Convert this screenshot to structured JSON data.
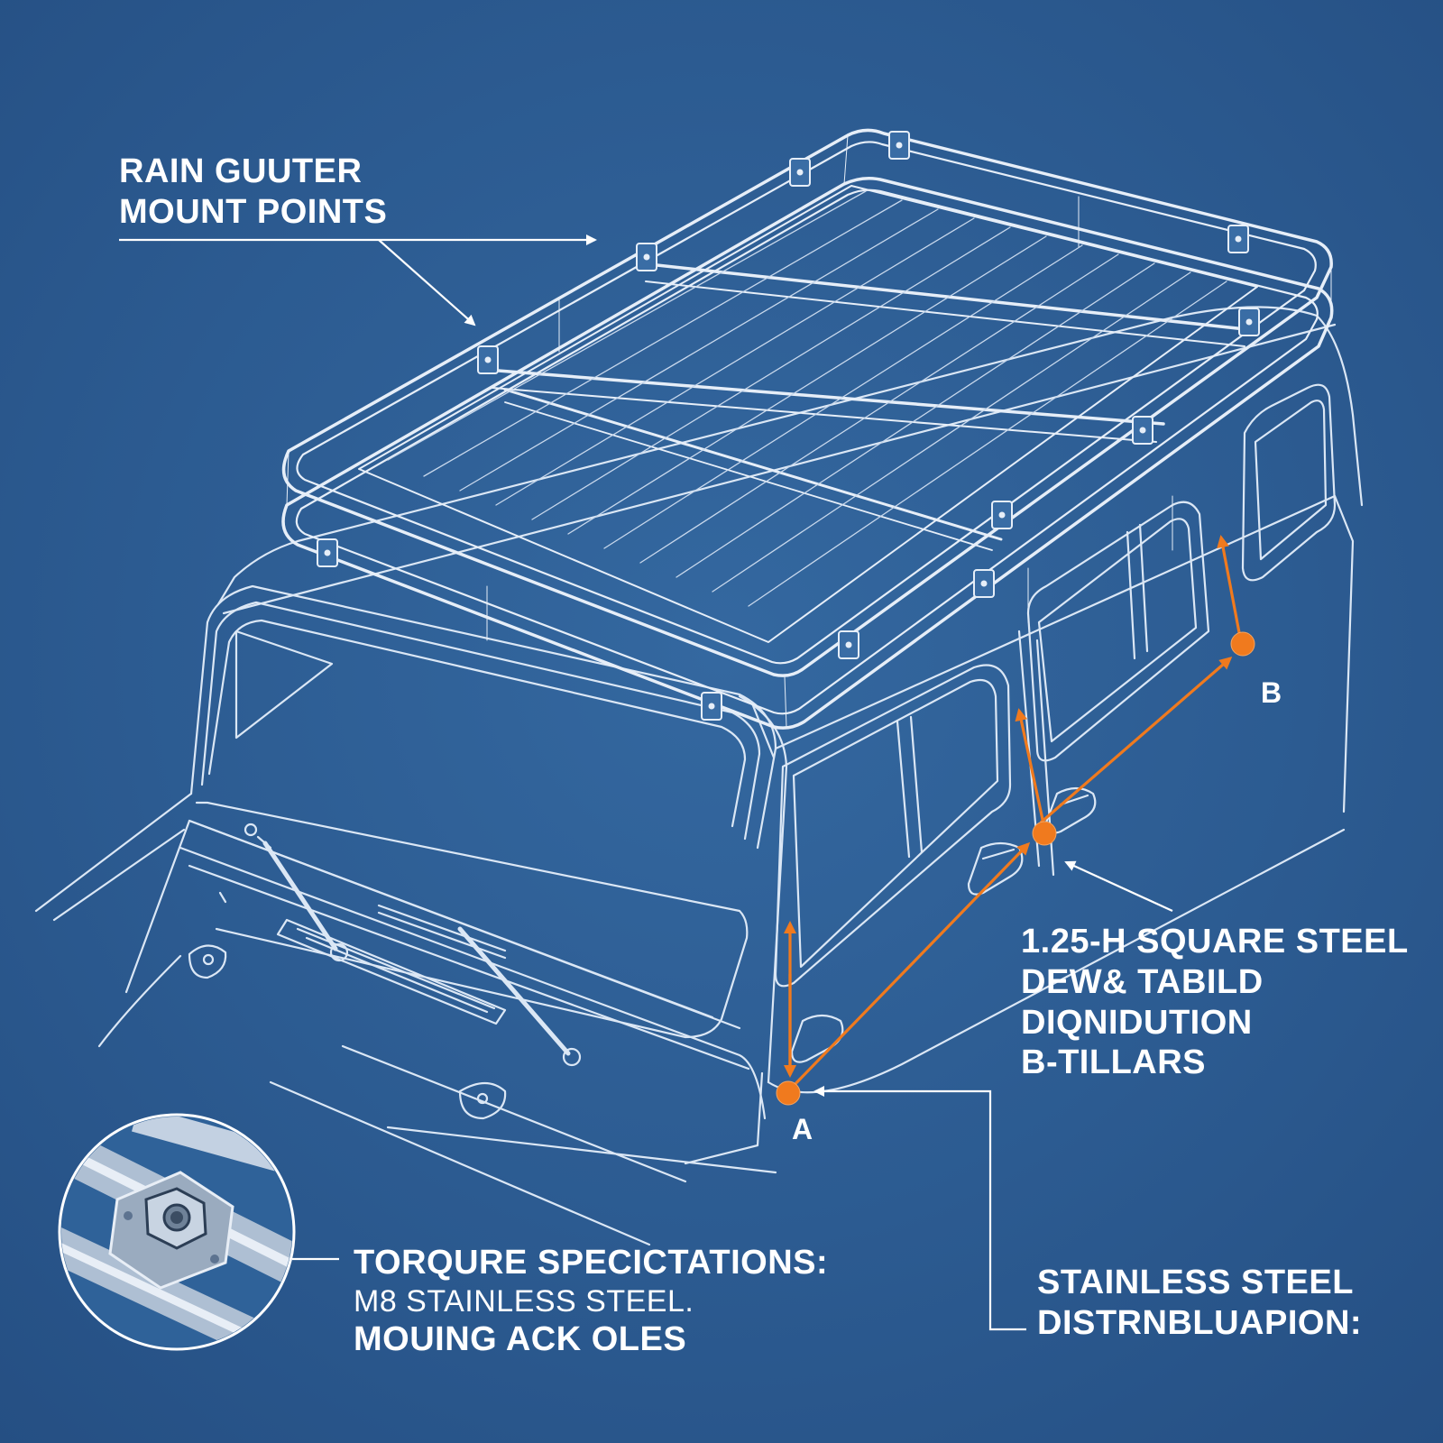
{
  "callouts": {
    "rain_gutter": {
      "line1": "RAIN GUUTER",
      "line2": "MOUNT POINTS"
    },
    "steel_spec": {
      "line1": "1.25-H SQUARE STEEL",
      "line2": "DEW& TABILD",
      "line3": "DIQNIDUTION",
      "line4": "B-TILLARS"
    },
    "torque": {
      "line1": "TORQURE SPECICTATIONS:",
      "line2": "M8 STAINLESS STEEL.",
      "line3": "MOUING ACK OLES"
    },
    "stainless": {
      "line1": "STAINLESS STEEL",
      "line2": "DISTRNBLUAPION:"
    }
  },
  "markers": {
    "a": "A",
    "b": "B"
  },
  "colors": {
    "background": "#2d5e95",
    "linework": "#dbe7f5",
    "accent": "#f07a1e"
  }
}
